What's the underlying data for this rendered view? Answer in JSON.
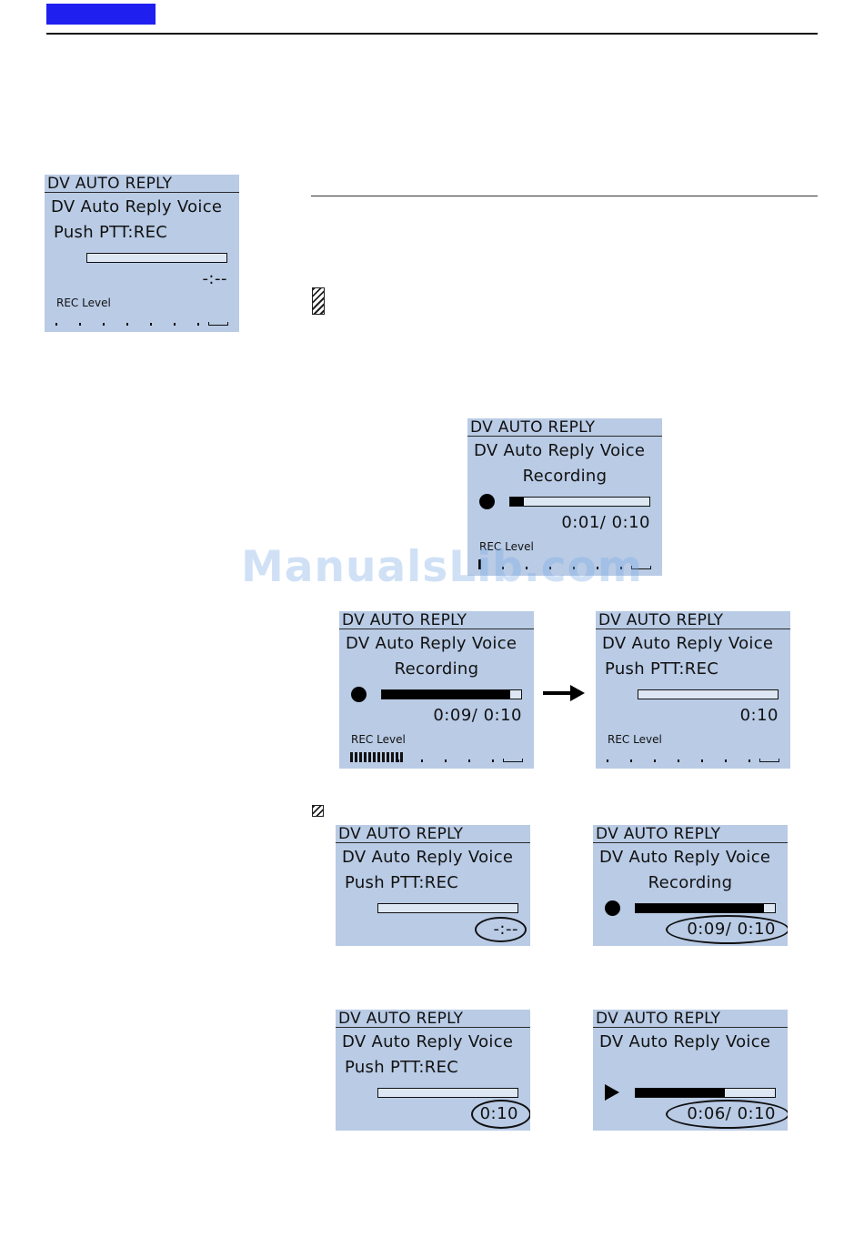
{
  "watermark": "ManualsLib.com",
  "colors": {
    "header_tab": "#1f1ff0",
    "lcd_bg": "#b9cbe5"
  },
  "screens": [
    {
      "id": "s1",
      "title": "DV AUTO REPLY",
      "line1": "DV Auto Reply Voice",
      "line2": "Push PTT:REC",
      "time": "-:--",
      "rec_label": "REC Level",
      "progress": 0,
      "meter_level": 0
    },
    {
      "id": "s2",
      "title": "DV AUTO REPLY",
      "line1": "DV Auto Reply Voice",
      "line2": "Recording",
      "time": "0:01/  0:10",
      "rec_label": "REC Level",
      "progress": 0.1,
      "meter_level": 1
    },
    {
      "id": "s3",
      "title": "DV AUTO REPLY",
      "line1": "DV Auto Reply Voice",
      "line2": "Recording",
      "time": "0:09/  0:10",
      "rec_label": "REC Level",
      "progress": 0.92,
      "meter_level": 12
    },
    {
      "id": "s4",
      "title": "DV AUTO REPLY",
      "line1": "DV Auto Reply Voice",
      "line2": "Push PTT:REC",
      "time": "0:10",
      "rec_label": "REC Level",
      "progress": 0,
      "meter_level": 0
    },
    {
      "id": "s5",
      "title": "DV AUTO REPLY",
      "line1": "DV Auto Reply Voice",
      "line2": "Push PTT:REC",
      "time": "-:--",
      "progress": 0
    },
    {
      "id": "s6",
      "title": "DV AUTO REPLY",
      "line1": "DV Auto Reply Voice",
      "line2": "Recording",
      "time": "0:09/  0:10",
      "progress": 0.92
    },
    {
      "id": "s7",
      "title": "DV AUTO REPLY",
      "line1": "DV Auto Reply Voice",
      "line2": "Push PTT:REC",
      "time": "0:10",
      "progress": 0
    },
    {
      "id": "s8",
      "title": "DV AUTO REPLY",
      "line1": "DV Auto Reply Voice",
      "time": "0:06/  0:10",
      "progress": 0.64
    }
  ]
}
